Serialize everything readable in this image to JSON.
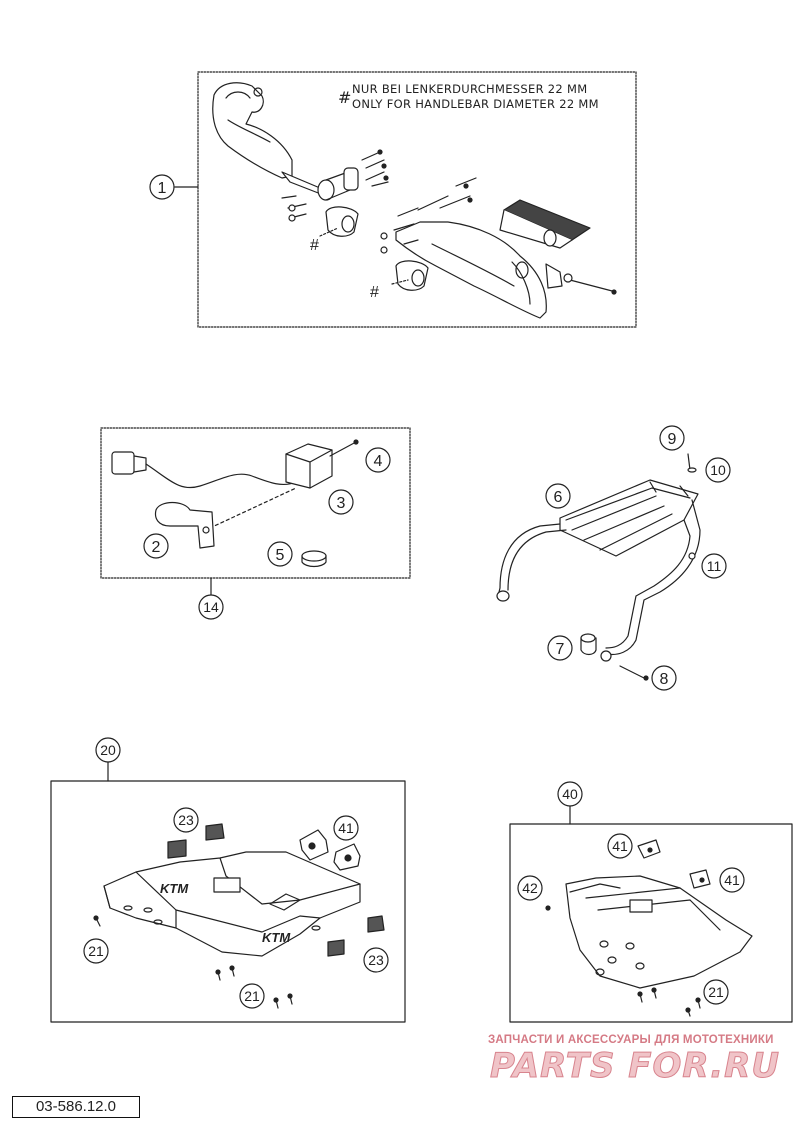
{
  "notes": {
    "hash": "#",
    "line_de": "NUR BEI LENKERDURCHMESSER 22 MM",
    "line_en": "ONLY FOR HANDLEBAR DIAMETER 22 MM"
  },
  "hash_marks": [
    "#",
    "#",
    "#"
  ],
  "callouts": {
    "c1": "1",
    "c2": "2",
    "c3": "3",
    "c4": "4",
    "c5": "5",
    "c6": "6",
    "c7": "7",
    "c8": "8",
    "c9": "9",
    "c10": "10",
    "c11": "11",
    "c14": "14",
    "c20": "20",
    "c21a": "21",
    "c21b": "21",
    "c21c": "21",
    "c23a": "23",
    "c23b": "23",
    "c40": "40",
    "c41a": "41",
    "c41b": "41",
    "c41c": "41",
    "c42": "42"
  },
  "watermark": {
    "top_text": "ЗАПЧАСТИ И АКСЕССУАРЫ ДЛЯ МОТОТЕХНИКИ",
    "logo_text": "PARTS FOR.RU"
  },
  "document_number": "03-586.12.0"
}
